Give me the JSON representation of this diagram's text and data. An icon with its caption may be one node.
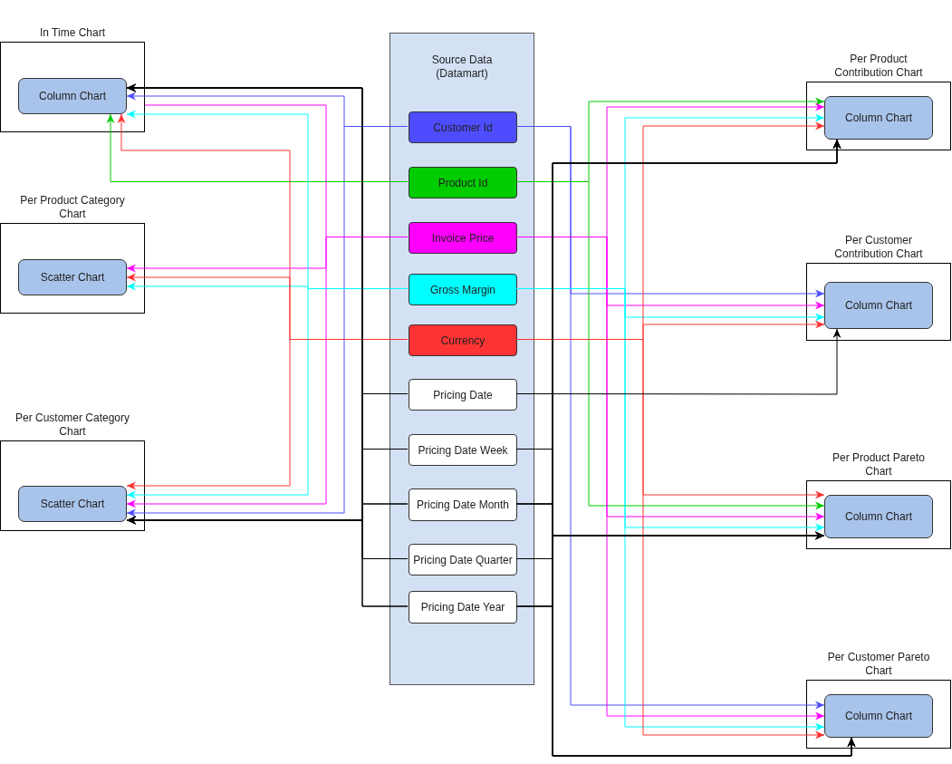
{
  "diagram": {
    "nodes": [
      {
        "text": [
          "In Time Chart"
        ]
      },
      {
        "text": [
          "Column Chart"
        ],
        "in": 0
      },
      {
        "text": [
          "Per Product Category Chart"
        ]
      },
      {
        "text": [
          "Scatter Chart"
        ],
        "in": 2
      },
      {
        "text": [
          "Per Customer Category Chart"
        ]
      },
      {
        "text": [
          "Scatter Chart"
        ],
        "in": 4
      },
      {
        "text": [
          "Source Data (Datamart)"
        ]
      },
      {
        "text": [
          "Customer Id"
        ],
        "in": 6
      },
      {
        "text": [
          "Product Id"
        ],
        "in": 6
      },
      {
        "text": [
          "Invoice Price"
        ],
        "in": 6
      },
      {
        "text": [
          "Gross Margin"
        ],
        "in": 6
      },
      {
        "text": [
          "Currency"
        ],
        "in": 6
      },
      {
        "text": [
          "Pricing Date"
        ],
        "in": 6
      },
      {
        "text": [
          "Pricing Date Week"
        ],
        "in": 6
      },
      {
        "text": [
          "Pricing Date Month"
        ],
        "in": 6
      },
      {
        "text": [
          "Pricing Date Quarter"
        ],
        "in": 6
      },
      {
        "text": [
          "Pricing Date Year"
        ],
        "in": 6
      },
      {
        "text": [
          "Per Product Contribution Chart"
        ]
      },
      {
        "text": [
          "Column Chart"
        ],
        "in": 17
      },
      {
        "text": [
          "Per Customer Contribution Chart"
        ]
      },
      {
        "text": [
          "Column Chart"
        ],
        "in": 19
      },
      {
        "text": [
          "Per Product Pareto Chart"
        ]
      },
      {
        "text": [
          "Column Chart"
        ],
        "in": 21
      },
      {
        "text": [
          "Per Customer Pareto Chart"
        ]
      },
      {
        "text": [
          "Column Chart"
        ],
        "in": 23
      }
    ],
    "edges": [
      {
        "from": 7,
        "to": 1,
        "arrow": "to",
        "color": "#4d4dff"
      },
      {
        "from": 7,
        "to": 5,
        "arrow": "to",
        "color": "#4d4dff"
      },
      {
        "from": 8,
        "to": 1,
        "arrow": "to",
        "color": "#00cc00"
      },
      {
        "from": 9,
        "to": 0,
        "arrow": "none",
        "color": "#ff00ff"
      },
      {
        "from": 9,
        "to": 3,
        "arrow": "to",
        "color": "#ff00ff"
      },
      {
        "from": 9,
        "to": 5,
        "arrow": "to",
        "color": "#ff00ff"
      },
      {
        "from": 10,
        "to": 1,
        "arrow": "to",
        "color": "#00ffff"
      },
      {
        "from": 10,
        "to": 3,
        "arrow": "to",
        "color": "#00ffff"
      },
      {
        "from": 10,
        "to": 5,
        "arrow": "to",
        "color": "#00ffff"
      },
      {
        "from": 11,
        "to": 1,
        "arrow": "to",
        "color": "#ff3333"
      },
      {
        "from": 11,
        "to": 3,
        "arrow": "to",
        "color": "#ff3333"
      },
      {
        "from": 11,
        "to": 5,
        "arrow": "to",
        "color": "#ff3333"
      },
      {
        "from": 12,
        "to": 1,
        "arrow": "to"
      },
      {
        "from": 13,
        "to": 1,
        "arrow": "to"
      },
      {
        "from": 14,
        "to": 1,
        "arrow": "to"
      },
      {
        "from": 15,
        "to": 1,
        "arrow": "to"
      },
      {
        "from": 16,
        "to": 1,
        "arrow": "to"
      },
      {
        "from": 12,
        "to": 5,
        "arrow": "to"
      },
      {
        "from": 13,
        "to": 5,
        "arrow": "to"
      },
      {
        "from": 14,
        "to": 5,
        "arrow": "to"
      },
      {
        "from": 15,
        "to": 5,
        "arrow": "to"
      },
      {
        "from": 16,
        "to": 5,
        "arrow": "to"
      },
      {
        "from": 7,
        "to": 20,
        "arrow": "to",
        "color": "#4d4dff"
      },
      {
        "from": 7,
        "to": 24,
        "arrow": "to",
        "color": "#4d4dff"
      },
      {
        "from": 8,
        "to": 18,
        "arrow": "to",
        "color": "#00cc00"
      },
      {
        "from": 8,
        "to": 22,
        "arrow": "to",
        "color": "#00cc00"
      },
      {
        "from": 9,
        "to": 18,
        "arrow": "to",
        "color": "#ff00ff"
      },
      {
        "from": 9,
        "to": 20,
        "arrow": "to",
        "color": "#ff00ff"
      },
      {
        "from": 9,
        "to": 22,
        "arrow": "to",
        "color": "#ff00ff"
      },
      {
        "from": 9,
        "to": 24,
        "arrow": "to",
        "color": "#ff00ff"
      },
      {
        "from": 10,
        "to": 18,
        "arrow": "to",
        "color": "#00ffff"
      },
      {
        "from": 10,
        "to": 20,
        "arrow": "to",
        "color": "#00ffff"
      },
      {
        "from": 10,
        "to": 22,
        "arrow": "to",
        "color": "#00ffff"
      },
      {
        "from": 10,
        "to": 24,
        "arrow": "to",
        "color": "#00ffff"
      },
      {
        "from": 11,
        "to": 18,
        "arrow": "to",
        "color": "#ff3333"
      },
      {
        "from": 11,
        "to": 20,
        "arrow": "to",
        "color": "#ff3333"
      },
      {
        "from": 11,
        "to": 22,
        "arrow": "to",
        "color": "#ff3333"
      },
      {
        "from": 11,
        "to": 24,
        "arrow": "to",
        "color": "#ff3333"
      },
      {
        "from": 12,
        "to": 20,
        "arrow": "to"
      },
      {
        "from": 13,
        "to": 18,
        "arrow": "to"
      },
      {
        "from": 14,
        "to": 18,
        "arrow": "to"
      },
      {
        "from": 15,
        "to": 18,
        "arrow": "to"
      },
      {
        "from": 16,
        "to": 18,
        "arrow": "to"
      },
      {
        "from": 13,
        "to": 22,
        "arrow": "to"
      },
      {
        "from": 14,
        "to": 22,
        "arrow": "to"
      },
      {
        "from": 15,
        "to": 22,
        "arrow": "to"
      },
      {
        "from": 16,
        "to": 22,
        "arrow": "to"
      },
      {
        "from": 13,
        "to": 24,
        "arrow": "to"
      },
      {
        "from": 14,
        "to": 24,
        "arrow": "to"
      },
      {
        "from": 15,
        "to": 24,
        "arrow": "to"
      },
      {
        "from": 16,
        "to": 24,
        "arrow": "to"
      }
    ]
  }
}
